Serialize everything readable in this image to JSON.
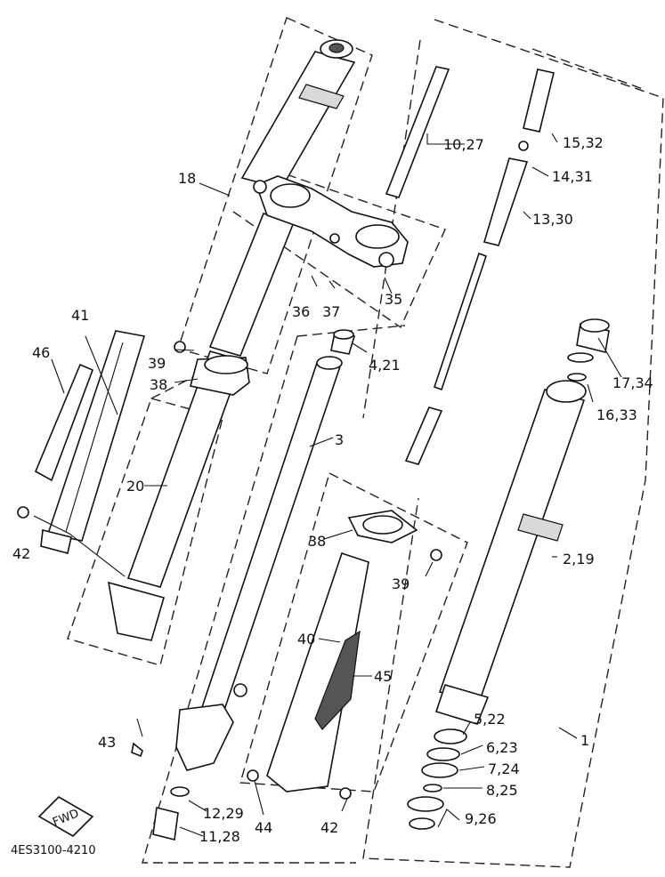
{
  "diagram_code": "4ES3100-4210",
  "fwd_badge": "FWD",
  "labels": [
    {
      "id": "l-1",
      "text": "1"
    },
    {
      "id": "l-2-19",
      "text": "2,19"
    },
    {
      "id": "l-3",
      "text": "3"
    },
    {
      "id": "l-4-21",
      "text": "4,21"
    },
    {
      "id": "l-5-22",
      "text": "5,22"
    },
    {
      "id": "l-6-23",
      "text": "6,23"
    },
    {
      "id": "l-7-24",
      "text": "7,24"
    },
    {
      "id": "l-8-25",
      "text": "8,25"
    },
    {
      "id": "l-9-26",
      "text": "9,26"
    },
    {
      "id": "l-10-27",
      "text": "10,27"
    },
    {
      "id": "l-11-28",
      "text": "11,28"
    },
    {
      "id": "l-12-29",
      "text": "12,29"
    },
    {
      "id": "l-13-30",
      "text": "13,30"
    },
    {
      "id": "l-14-31",
      "text": "14,31"
    },
    {
      "id": "l-15-32",
      "text": "15,32"
    },
    {
      "id": "l-16-33",
      "text": "16,33"
    },
    {
      "id": "l-17-34",
      "text": "17,34"
    },
    {
      "id": "l-18",
      "text": "18"
    },
    {
      "id": "l-20",
      "text": "20"
    },
    {
      "id": "l-35",
      "text": "35"
    },
    {
      "id": "l-36",
      "text": "36"
    },
    {
      "id": "l-37",
      "text": "37"
    },
    {
      "id": "l-38-upper",
      "text": "38"
    },
    {
      "id": "l-38-lower",
      "text": "38"
    },
    {
      "id": "l-39-upper",
      "text": "39"
    },
    {
      "id": "l-39-lower",
      "text": "39"
    },
    {
      "id": "l-40",
      "text": "40"
    },
    {
      "id": "l-41",
      "text": "41"
    },
    {
      "id": "l-42-left",
      "text": "42"
    },
    {
      "id": "l-42-bottom",
      "text": "42"
    },
    {
      "id": "l-43",
      "text": "43"
    },
    {
      "id": "l-44",
      "text": "44"
    },
    {
      "id": "l-45",
      "text": "45"
    },
    {
      "id": "l-46",
      "text": "46"
    }
  ]
}
